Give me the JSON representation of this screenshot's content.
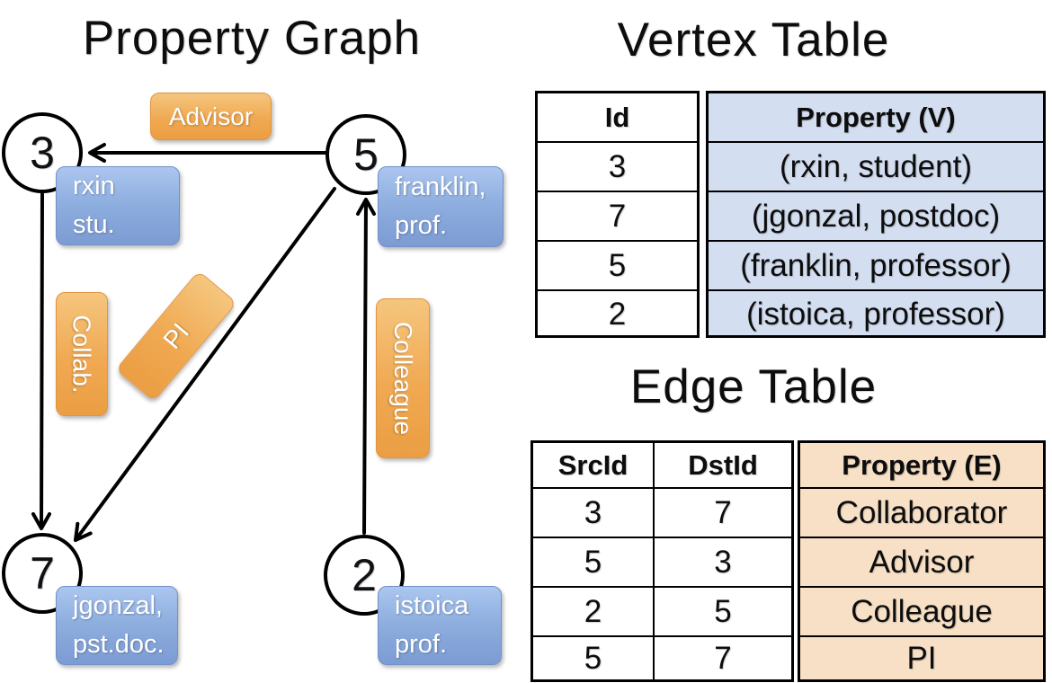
{
  "graph": {
    "title": "Property Graph",
    "nodes": {
      "n3": {
        "id": "3",
        "prop_line1": "rxin",
        "prop_line2": "stu."
      },
      "n5": {
        "id": "5",
        "prop_line1": "franklin,",
        "prop_line2": "prof."
      },
      "n7": {
        "id": "7",
        "prop_line1": "jgonzal,",
        "prop_line2": "pst.doc."
      },
      "n2": {
        "id": "2",
        "prop_line1": "istoica",
        "prop_line2": "prof."
      }
    },
    "edges": {
      "advisor": {
        "label": "Advisor",
        "src": "5",
        "dst": "3"
      },
      "collab": {
        "label": "Collab.",
        "src": "3",
        "dst": "7"
      },
      "pi": {
        "label": "PI",
        "src": "5",
        "dst": "7"
      },
      "colleague": {
        "label": "Colleague",
        "src": "2",
        "dst": "5"
      }
    }
  },
  "vertex_table": {
    "title": "Vertex Table",
    "col_id": "Id",
    "col_property": "Property (V)",
    "rows": [
      {
        "id": "3",
        "property": "(rxin, student)"
      },
      {
        "id": "7",
        "property": "(jgonzal, postdoc)"
      },
      {
        "id": "5",
        "property": "(franklin, professor)"
      },
      {
        "id": "2",
        "property": "(istoica, professor)"
      }
    ]
  },
  "edge_table": {
    "title": "Edge Table",
    "col_src": "SrcId",
    "col_dst": "DstId",
    "col_property": "Property (E)",
    "rows": [
      {
        "src": "3",
        "dst": "7",
        "property": "Collaborator"
      },
      {
        "src": "5",
        "dst": "3",
        "property": "Advisor"
      },
      {
        "src": "2",
        "dst": "5",
        "property": "Colleague"
      },
      {
        "src": "5",
        "dst": "7",
        "property": "PI"
      }
    ]
  },
  "colors": {
    "edge_label_fill": "#f0a952",
    "vertex_label_fill": "#8fafe0",
    "vertex_table_fill": "#d4def1",
    "edge_table_fill": "#f7e0c6",
    "line_color": "#000000"
  }
}
